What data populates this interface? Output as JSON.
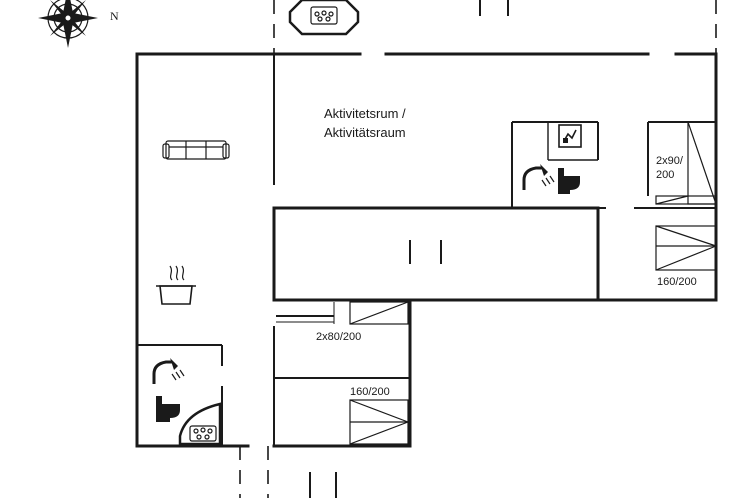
{
  "compass": {
    "north_label": "N"
  },
  "rooms": {
    "activity_room_line1": "Aktivitetsrum /",
    "activity_room_line2": "Aktivitätsraum"
  },
  "beds": {
    "upper_right_line1": "2x90/",
    "upper_right_line2": "200",
    "right_double": "160/200",
    "middle_single": "2x80/200",
    "lower_double": "160/200"
  },
  "icons": {
    "compass": "compass-rose-icon",
    "sofa": "sofa-icon",
    "kitchen": "cooking-pot-icon",
    "shower": "shower-icon",
    "toilet": "toilet-icon",
    "spa": "whirlpool-icon",
    "washing": "washing-machine-icon"
  }
}
